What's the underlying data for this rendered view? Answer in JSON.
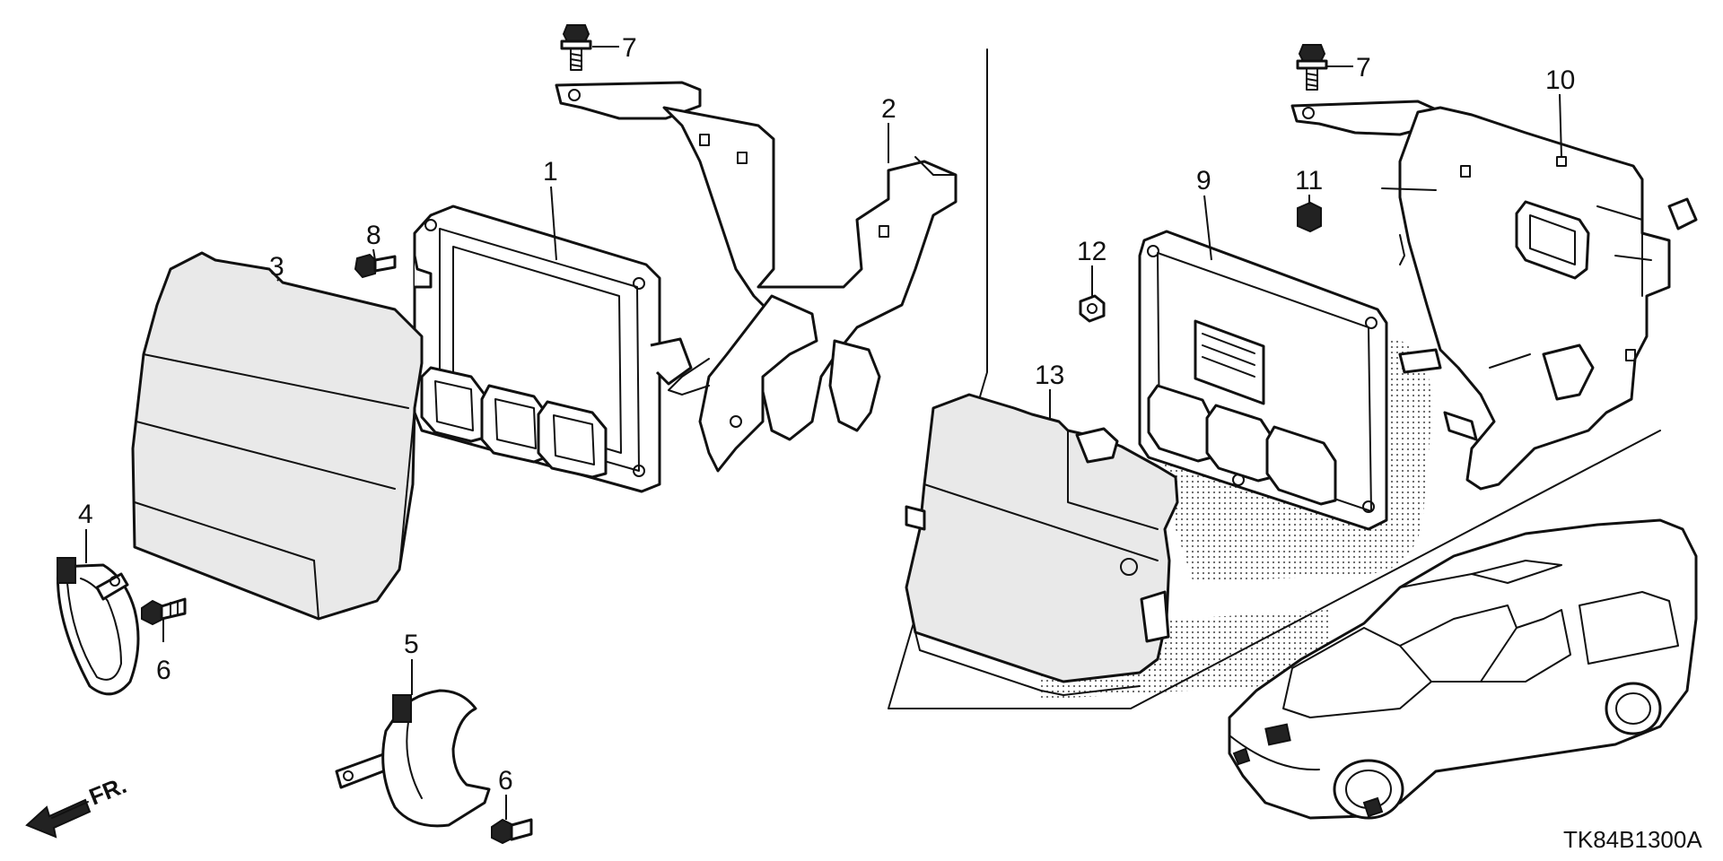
{
  "diagram": {
    "drawing_code": "TK84B1300A",
    "direction_label": "FR.",
    "callouts": [
      {
        "num": "1"
      },
      {
        "num": "2"
      },
      {
        "num": "3"
      },
      {
        "num": "4"
      },
      {
        "num": "5"
      },
      {
        "num": "6"
      },
      {
        "num": "6"
      },
      {
        "num": "7"
      },
      {
        "num": "7"
      },
      {
        "num": "8"
      },
      {
        "num": "9"
      },
      {
        "num": "10"
      },
      {
        "num": "11"
      },
      {
        "num": "12"
      },
      {
        "num": "13"
      }
    ]
  }
}
